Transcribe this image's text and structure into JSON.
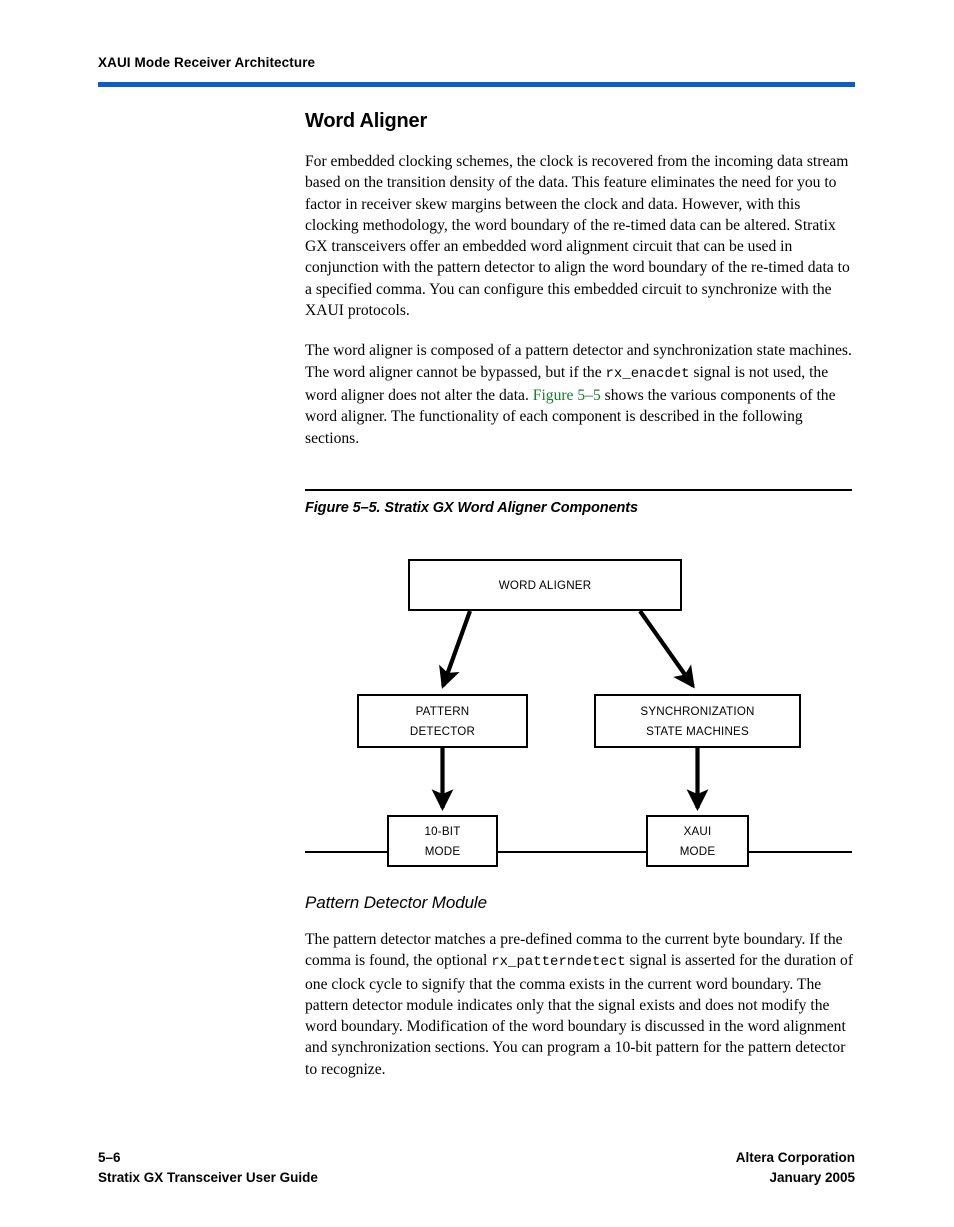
{
  "header": {
    "running_title": "XAUI Mode Receiver Architecture",
    "rule_color": "#0B5CC4"
  },
  "main": {
    "section_title": "Word Aligner",
    "paragraph_1": "For embedded clocking schemes, the clock is recovered from the incoming data stream based on the transition density of the data. This feature eliminates the need for you to factor in receiver skew margins between the clock and data. However, with this clocking methodology, the word boundary of the re-timed data can be altered. Stratix GX transceivers offer an embedded word alignment circuit that can be used in conjunction with the pattern detector to align the word boundary of the re-timed data to a specified comma. You can configure this embedded circuit to synchronize with the XAUI protocols.",
    "paragraph_2": {
      "part_1": "The word aligner is composed of a pattern detector and synchronization state machines. The word aligner cannot be bypassed, but if the ",
      "code_1": "rx_enacdet",
      "part_2": " signal is not used, the word aligner does not alter the data. ",
      "xref": "Figure 5–5",
      "xref_color": "#1A7A2E",
      "part_3": " shows the various components of the word aligner. The functionality of each component is described in the following sections."
    }
  },
  "figure": {
    "caption": "Figure 5–5. Stratix GX Word Aligner Components",
    "nodes": {
      "word_aligner": {
        "line1": "WORD ALIGNER",
        "line2": ""
      },
      "pattern_detector": {
        "line1": "PATTERN",
        "line2": "DETECTOR"
      },
      "sync_state_machines": {
        "line1": "SYNCHRONIZATION",
        "line2": "STATE MACHINES"
      },
      "ten_bit_mode": {
        "line1": "10-BIT",
        "line2": "MODE"
      },
      "xaui_mode": {
        "line1": "XAUI",
        "line2": "MODE"
      }
    }
  },
  "subsection": {
    "title": "Pattern Detector Module",
    "paragraph": {
      "part_1": "The pattern detector matches a pre-defined comma to the current byte boundary. If the comma is found, the optional ",
      "code_1": "rx_patterndetect",
      "part_2": " signal is asserted for the duration of one clock cycle to signify that the comma exists in the current word boundary. The pattern detector module indicates only that the signal exists and does not modify the word boundary. Modification of the word boundary is discussed in the word alignment and synchronization sections. You can program a 10-bit pattern for the pattern detector to recognize."
    }
  },
  "footer": {
    "page_number": "5–6",
    "guide_title": "Stratix GX Transceiver User Guide",
    "company": "Altera Corporation",
    "date": "January 2005"
  }
}
